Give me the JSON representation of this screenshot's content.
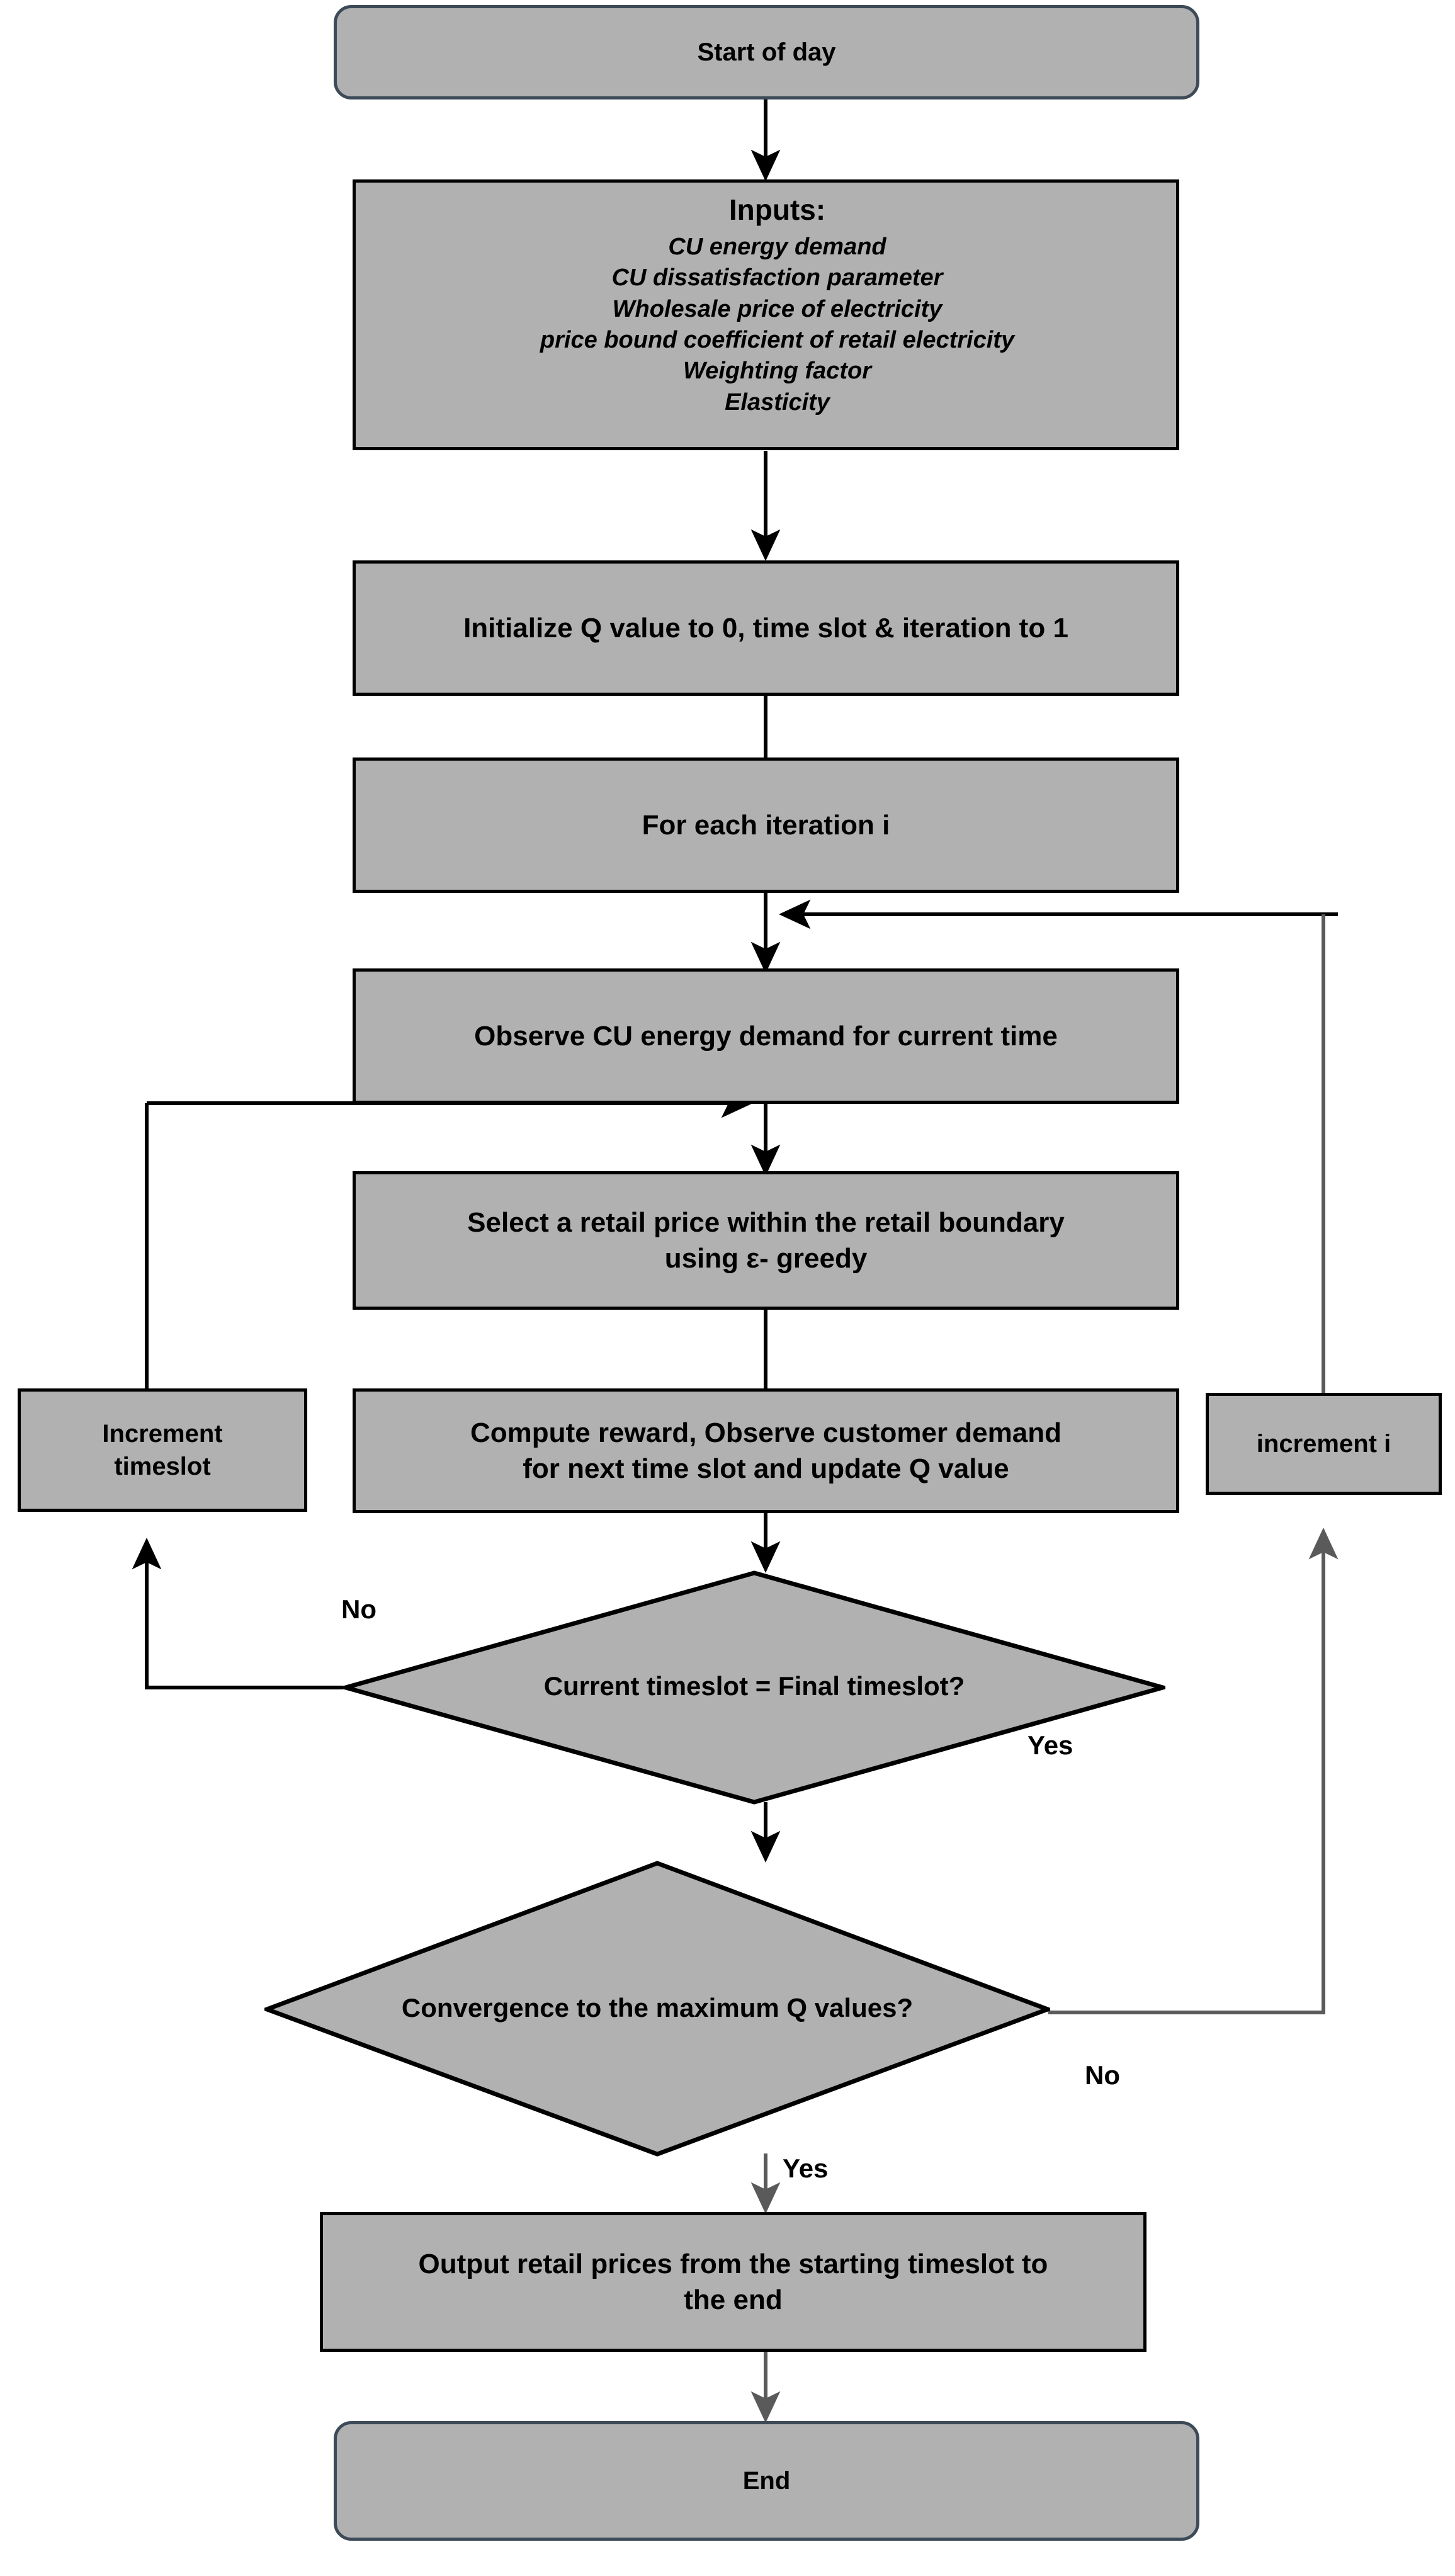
{
  "diagram": {
    "title": "Q-learning retail pricing flowchart",
    "colors": {
      "node_fill": "#b1b1b1",
      "node_border": "#000000",
      "terminator_border": "#3d4a57",
      "wire": "#000000",
      "wire_gray": "#5a5a5a",
      "background": "#ffffff"
    }
  },
  "nodes": {
    "start": {
      "label": "Start of day",
      "shape": "terminator"
    },
    "inputs": {
      "title": "Inputs:",
      "shape": "process",
      "lines": [
        "CU energy demand",
        "CU dissatisfaction parameter",
        "Wholesale price of electricity",
        "price bound coefficient of retail electricity",
        "Weighting factor",
        "Elasticity"
      ]
    },
    "initialize": {
      "label": "Initialize Q value to 0, time slot & iteration to 1",
      "shape": "process"
    },
    "for_each_iteration": {
      "label": "For each iteration i",
      "shape": "process"
    },
    "observe_demand": {
      "label": "Observe CU energy demand for current time",
      "shape": "process"
    },
    "select_price": {
      "line1": "Select a retail price within the retail boundary",
      "line2": "using ε- greedy",
      "shape": "process"
    },
    "compute_reward": {
      "line1": "Compute reward, Observe customer demand",
      "line2": "for next time slot and update Q value",
      "shape": "process"
    },
    "increment_timeslot": {
      "line1": "Increment",
      "line2": "timeslot",
      "shape": "process"
    },
    "increment_i": {
      "label": "increment i",
      "shape": "process"
    },
    "decision_timeslot": {
      "label": "Current timeslot = Final timeslot?",
      "shape": "decision"
    },
    "decision_convergence": {
      "label": "Convergence to the maximum Q values?",
      "shape": "decision"
    },
    "output_prices": {
      "line1": "Output retail prices from the starting timeslot to",
      "line2": "the end",
      "shape": "process"
    },
    "end": {
      "label": "End",
      "shape": "terminator"
    }
  },
  "edge_labels": {
    "timeslot_no": "No",
    "timeslot_yes": "Yes",
    "convergence_no": "No",
    "convergence_yes": "Yes"
  }
}
